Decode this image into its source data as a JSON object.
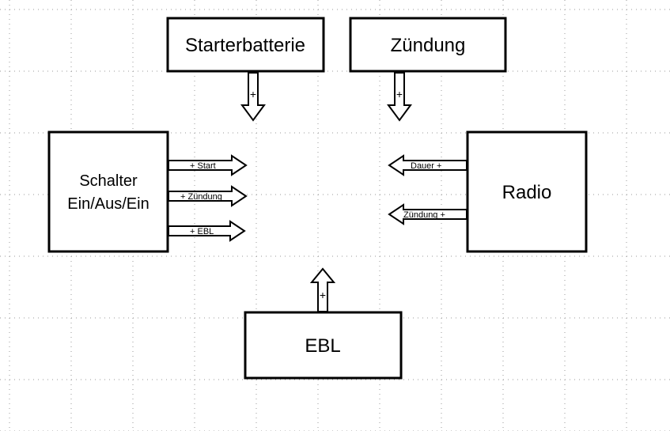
{
  "colors": {
    "stroke": "#000000",
    "fill": "#ffffff",
    "grid": "#9a9a9a"
  },
  "boxes": {
    "starterbatterie": "Starterbatterie",
    "zuendung": "Zündung",
    "schalter_line1": "Schalter",
    "schalter_line2": "Ein/Aus/Ein",
    "radio": "Radio",
    "ebl": "EBL"
  },
  "arrows": {
    "start": "+ Start",
    "zuendung_out": "+ Zündung",
    "ebl_out": "+ EBL",
    "dauer": "Dauer  +",
    "zuendung_in": "Zündung  +",
    "plus": "+"
  }
}
